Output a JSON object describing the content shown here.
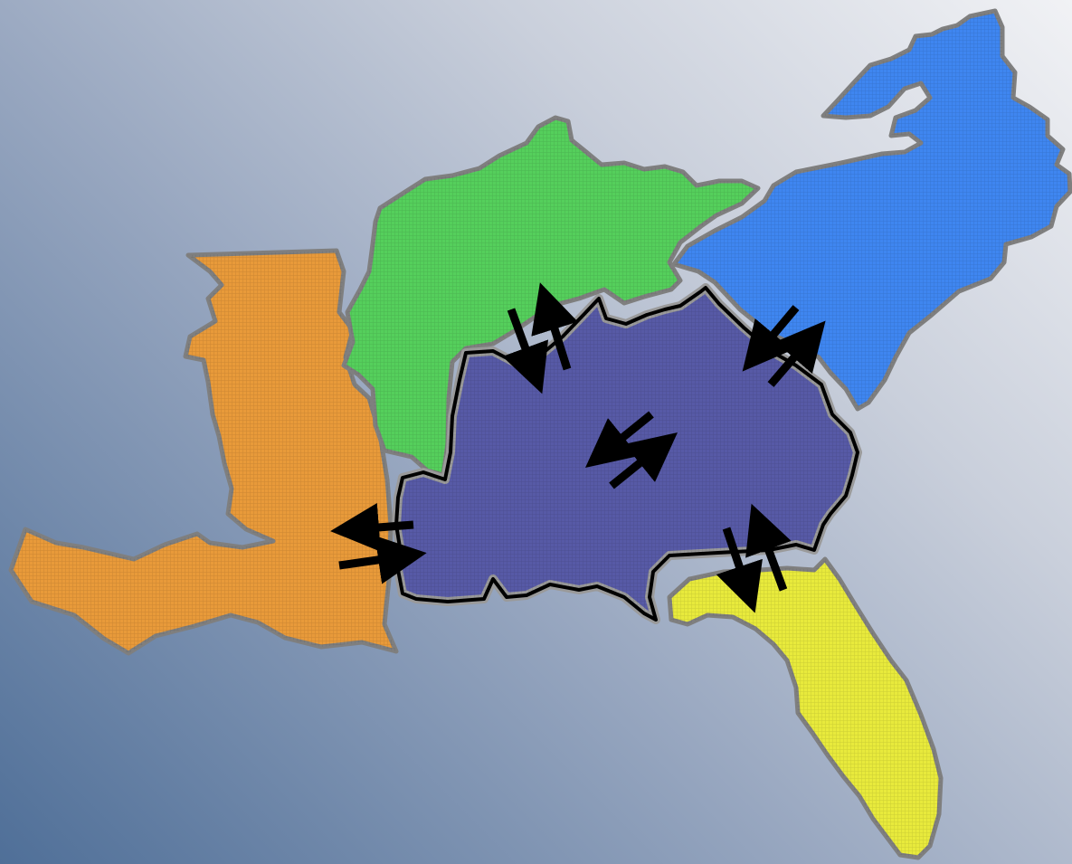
{
  "map": {
    "regions": [
      {
        "id": "west",
        "color": "#e89a3a"
      },
      {
        "id": "north",
        "color": "#55cf5c"
      },
      {
        "id": "northeast",
        "color": "#3f86f0"
      },
      {
        "id": "central",
        "color": "#575aa6"
      },
      {
        "id": "southeast",
        "color": "#e8ea3c"
      }
    ],
    "border_color": "#7f7f7f",
    "central_border_color": "#000000",
    "arrow_color": "#000000",
    "exchanges": [
      {
        "between": [
          "central",
          "north"
        ],
        "direction": "bidirectional"
      },
      {
        "between": [
          "central",
          "northeast"
        ],
        "direction": "bidirectional"
      },
      {
        "between": [
          "central",
          "west"
        ],
        "direction": "bidirectional"
      },
      {
        "between": [
          "central",
          "southeast"
        ],
        "direction": "bidirectional"
      },
      {
        "between": [
          "central",
          "central"
        ],
        "direction": "internal"
      }
    ]
  }
}
